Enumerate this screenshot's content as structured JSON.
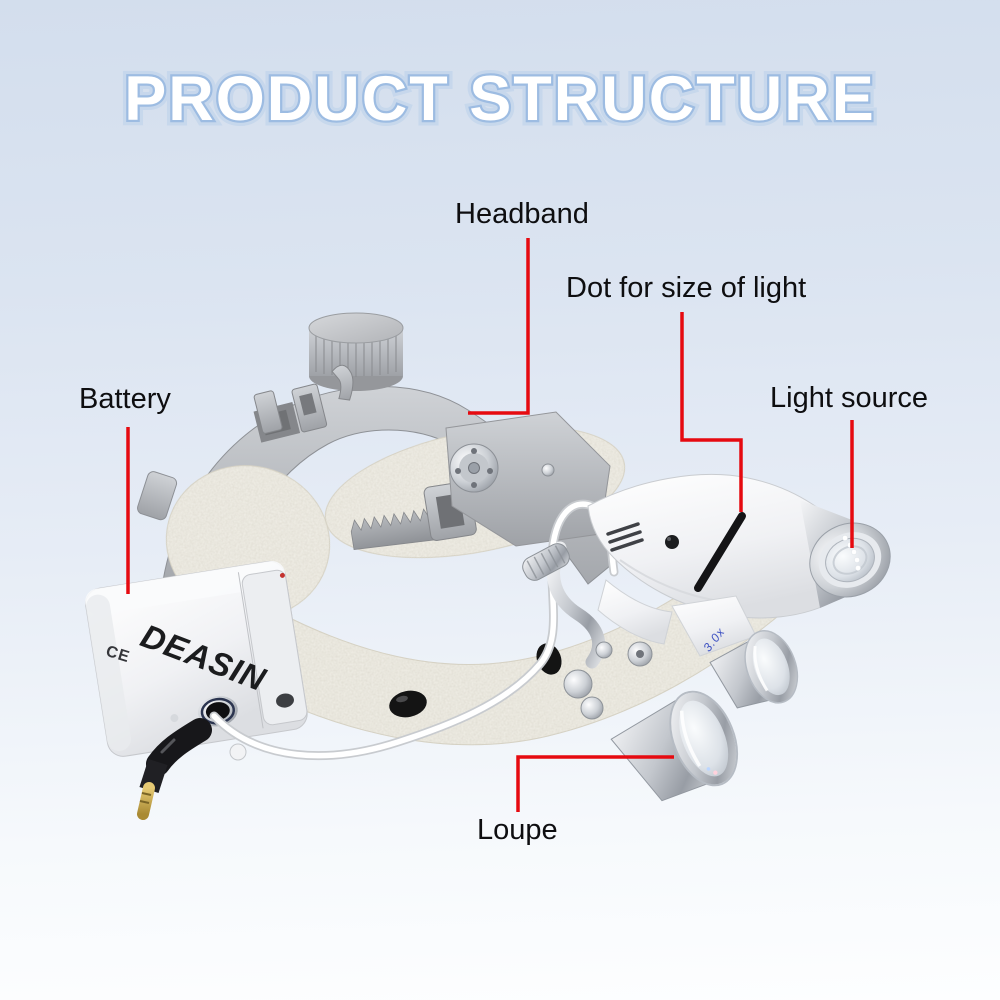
{
  "title": "PRODUCT STRUCTURE",
  "labels": {
    "headband": "Headband",
    "dot_for_size": "Dot for size of light",
    "battery": "Battery",
    "light_source": "Light source",
    "loupe": "Loupe"
  },
  "device": {
    "brand": "DEASIN",
    "ce_mark": "CE",
    "loupe_marking": "3.0x"
  },
  "colors": {
    "leader_line": "#e60a10",
    "title_fill": "#ffffff",
    "title_outline": "#9dbce2",
    "label_text": "#0e0e10",
    "background_top": "#d3deed",
    "background_bottom": "#fdfeff",
    "plastic_gray": "#a8abaf",
    "leather_white": "#f1efe7"
  }
}
